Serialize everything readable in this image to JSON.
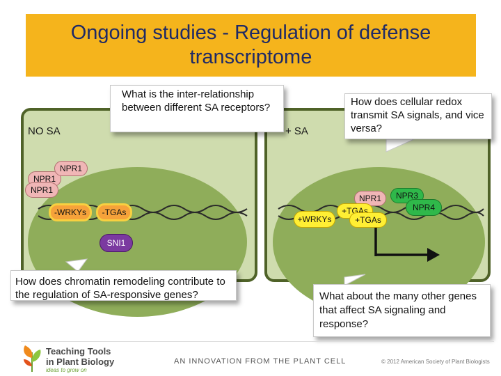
{
  "title": "Ongoing studies - Regulation of defense transcriptome",
  "left_cell": {
    "label": "NO SA",
    "npr1_labels": [
      "NPR1",
      "NPR1",
      "NPR1"
    ],
    "tf_labels": [
      "-WRKYs",
      "-TGAs"
    ],
    "sni1_label": "SNI1"
  },
  "right_cell": {
    "label": "+ SA",
    "npr1_label": "NPR1",
    "npr3_label": "NPR3",
    "npr4_label": "NPR4",
    "wrky_label": "+WRKYs",
    "tga_labels": [
      "+TGAs",
      "+TGAs"
    ]
  },
  "callouts": {
    "receptors": "What is the inter-relationship between different SA receptors?",
    "redox": "How does cellular redox transmit SA signals, and vice versa?",
    "chromatin": "How does chromatin remodeling contribute to the regulation of SA-responsive genes?",
    "other_genes": "What about the many other genes that affect SA signaling and response?"
  },
  "footer": {
    "logo_line1": "Teaching Tools",
    "logo_line2": "in Plant Biology",
    "logo_tagline": "ideas to grow on",
    "center_text": "AN INNOVATION FROM THE PLANT CELL",
    "copyright": "© 2012 American Society of Plant Biologists"
  },
  "colors": {
    "title_bg": "#f5b41c",
    "title_text": "#1f2a66",
    "cell_fill": "#cfdcae",
    "cell_border": "#4f6228",
    "nucleus": "#8fad5a"
  }
}
